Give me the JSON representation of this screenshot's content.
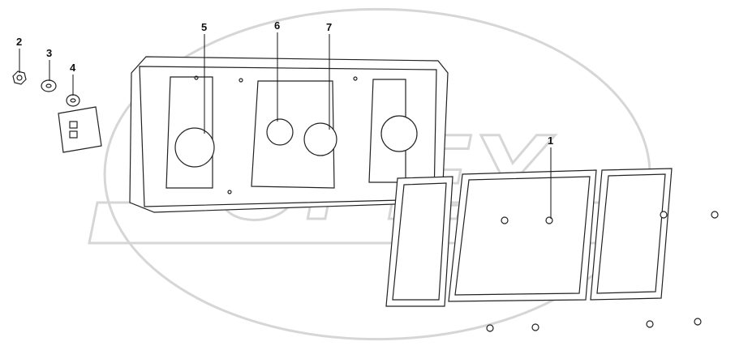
{
  "diagram": {
    "watermark": "OPEX",
    "callouts": [
      {
        "id": "1",
        "label": "1"
      },
      {
        "id": "2",
        "label": "2"
      },
      {
        "id": "3",
        "label": "3"
      },
      {
        "id": "4",
        "label": "4"
      },
      {
        "id": "5",
        "label": "5"
      },
      {
        "id": "6",
        "label": "6"
      },
      {
        "id": "7",
        "label": "7"
      }
    ]
  }
}
